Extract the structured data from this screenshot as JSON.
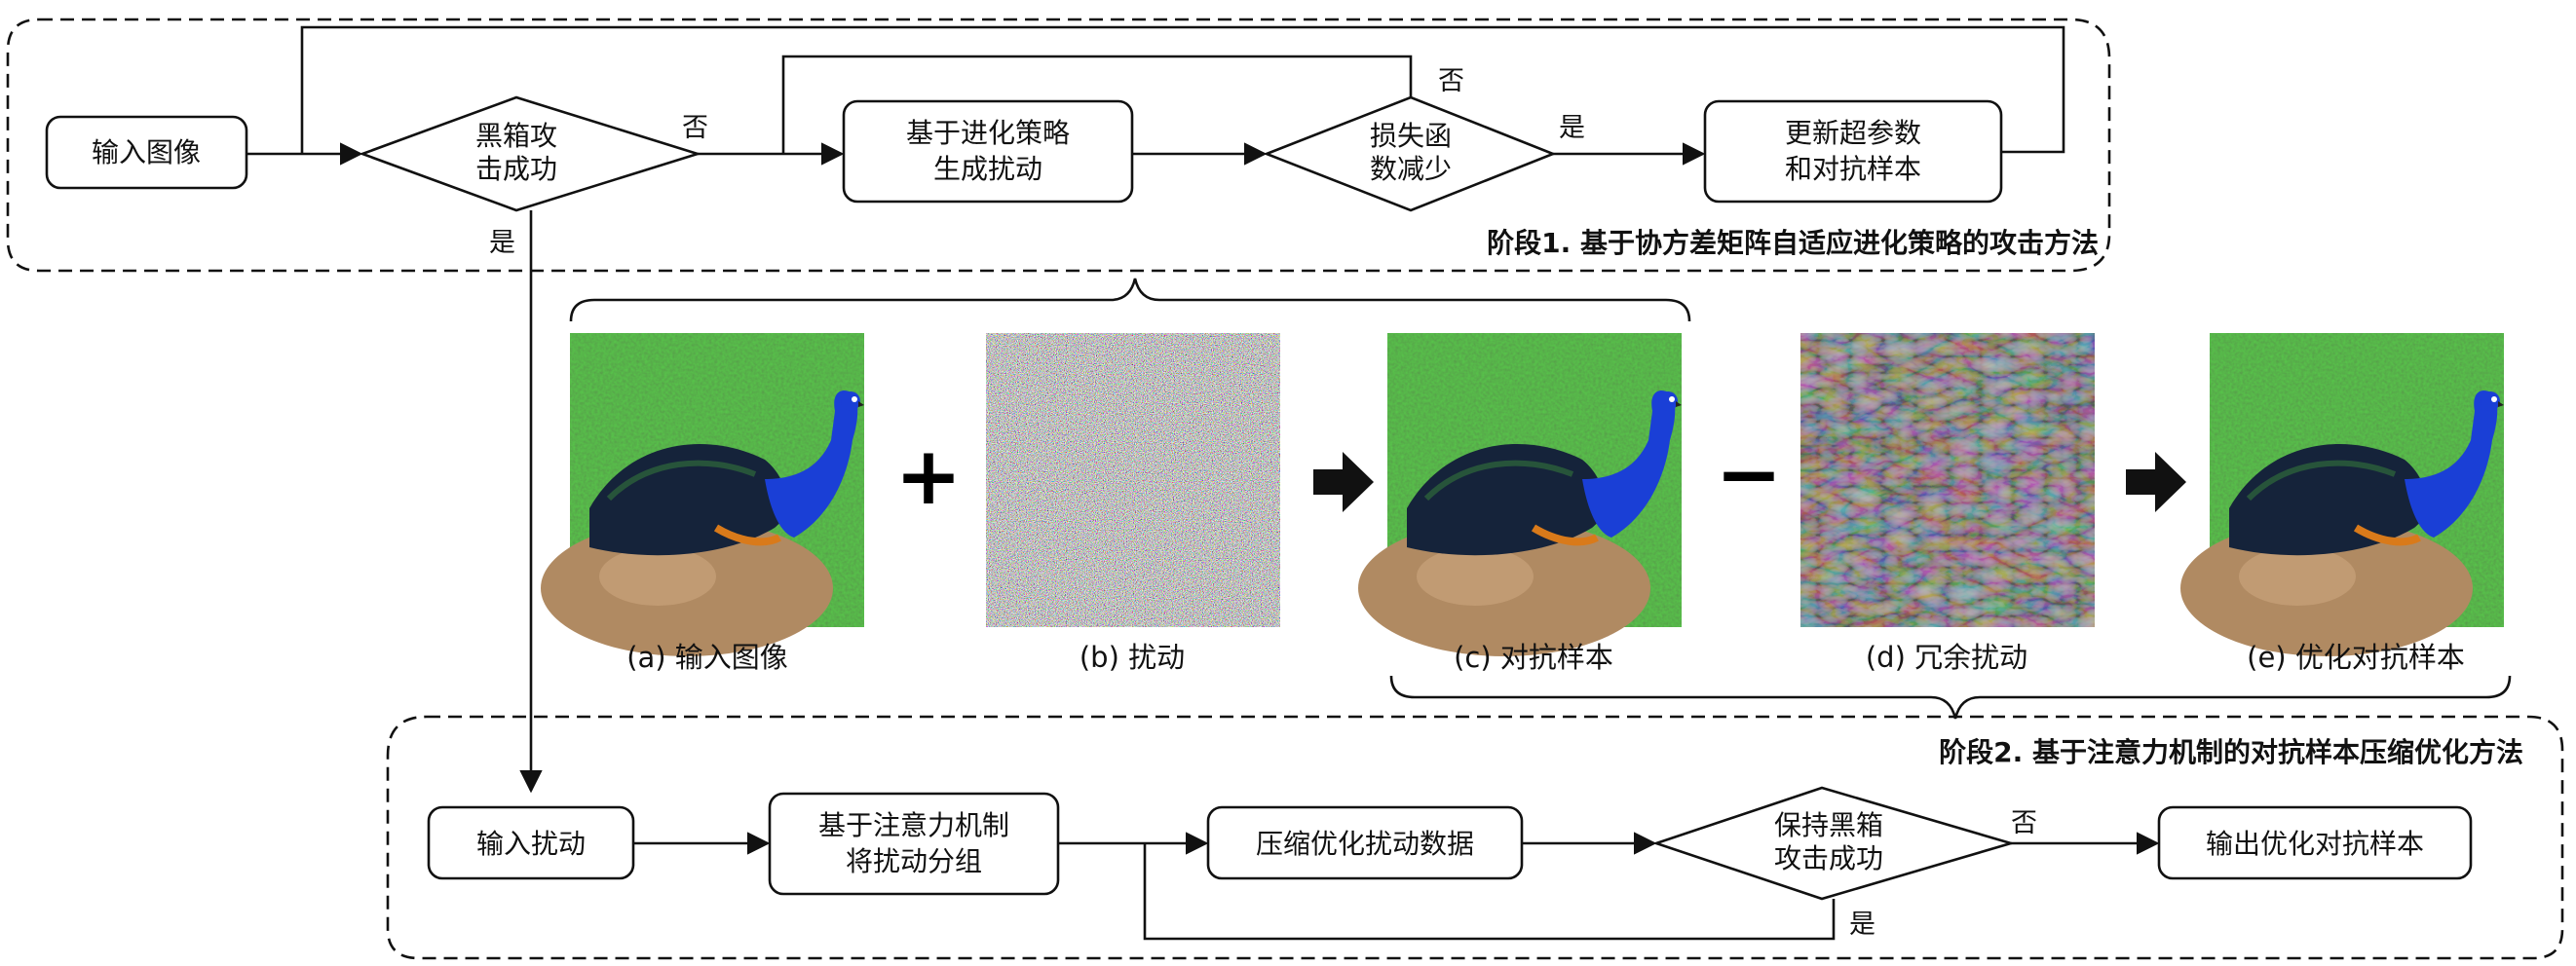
{
  "stage1": {
    "label": "阶段1. 基于协方差矩阵自适应进化策略的攻击方法",
    "nodes": {
      "input_image": "输入图像",
      "blackbox_line1": "黑箱攻",
      "blackbox_line2": "击成功",
      "gen_line1": "基于进化策略",
      "gen_line2": "生成扰动",
      "loss_line1": "损失函",
      "loss_line2": "数减少",
      "update_line1": "更新超参数",
      "update_line2": "和对抗样本"
    },
    "edges": {
      "no1": "否",
      "yes1": "是",
      "no2": "否",
      "yes2": "是"
    }
  },
  "middle": {
    "plus": "+",
    "minus": "−",
    "captions": {
      "a": "(a) 输入图像",
      "b": "(b) 扰动",
      "c": "(c) 对抗样本",
      "d": "(d) 冗余扰动",
      "e": "(e) 优化对抗样本"
    }
  },
  "stage2": {
    "label": "阶段2. 基于注意力机制的对抗样本压缩优化方法",
    "nodes": {
      "input_pert": "输入扰动",
      "group_line1": "基于注意力机制",
      "group_line2": "将扰动分组",
      "compress": "压缩优化扰动数据",
      "keep_line1": "保持黑箱",
      "keep_line2": "攻击成功",
      "output": "输出优化对抗样本"
    },
    "edges": {
      "no": "否",
      "yes": "是"
    }
  },
  "colors": {
    "line": "#111111",
    "grass": "#3f8f2e",
    "peacock_blue": "#1a3fd6",
    "rock": "#b08a62",
    "gray_residual": "#8a8a8a"
  }
}
